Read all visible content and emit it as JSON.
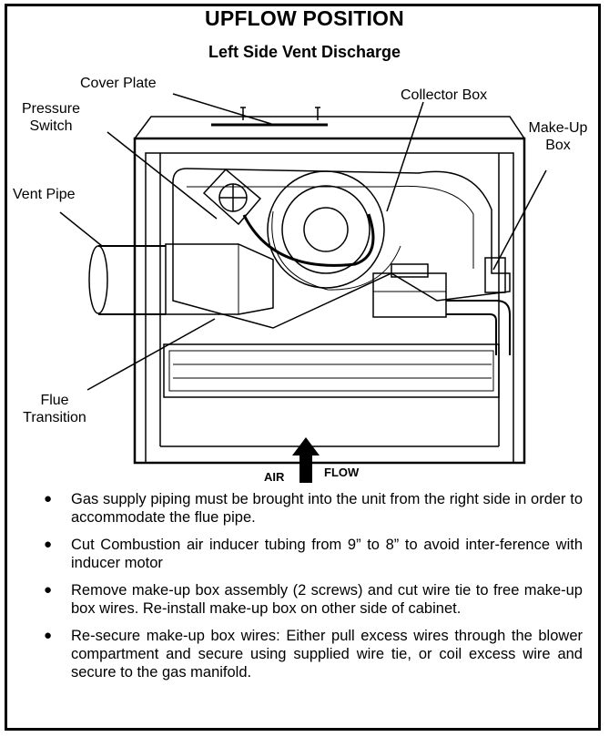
{
  "title": "UPFLOW POSITION",
  "subtitle": "Left Side Vent Discharge",
  "labels": {
    "cover_plate": "Cover Plate",
    "pressure_switch_1": "Pressure",
    "pressure_switch_2": "Switch",
    "collector_box": "Collector Box",
    "makeup_box_1": "Make-Up",
    "makeup_box_2": "Box",
    "vent_pipe": "Vent Pipe",
    "flue_transition_1": "Flue",
    "flue_transition_2": "Transition",
    "air": "AIR",
    "flow": "FLOW"
  },
  "notes": [
    "Gas supply piping must be brought into the unit from the right side in order to accommodate the flue pipe.",
    "Cut Combustion air inducer tubing from 9” to 8” to avoid inter-ference with inducer motor",
    "Remove make-up box assembly (2 screws) and cut wire tie to free make-up box wires. Re-install make-up box on other side of cabinet.",
    "Re-secure make-up box wires: Either pull excess wires through the blower compartment and secure using supplied wire tie, or coil excess wire and secure to the gas manifold."
  ],
  "icons": [
    "up-arrow-icon",
    "bullet-icon"
  ]
}
